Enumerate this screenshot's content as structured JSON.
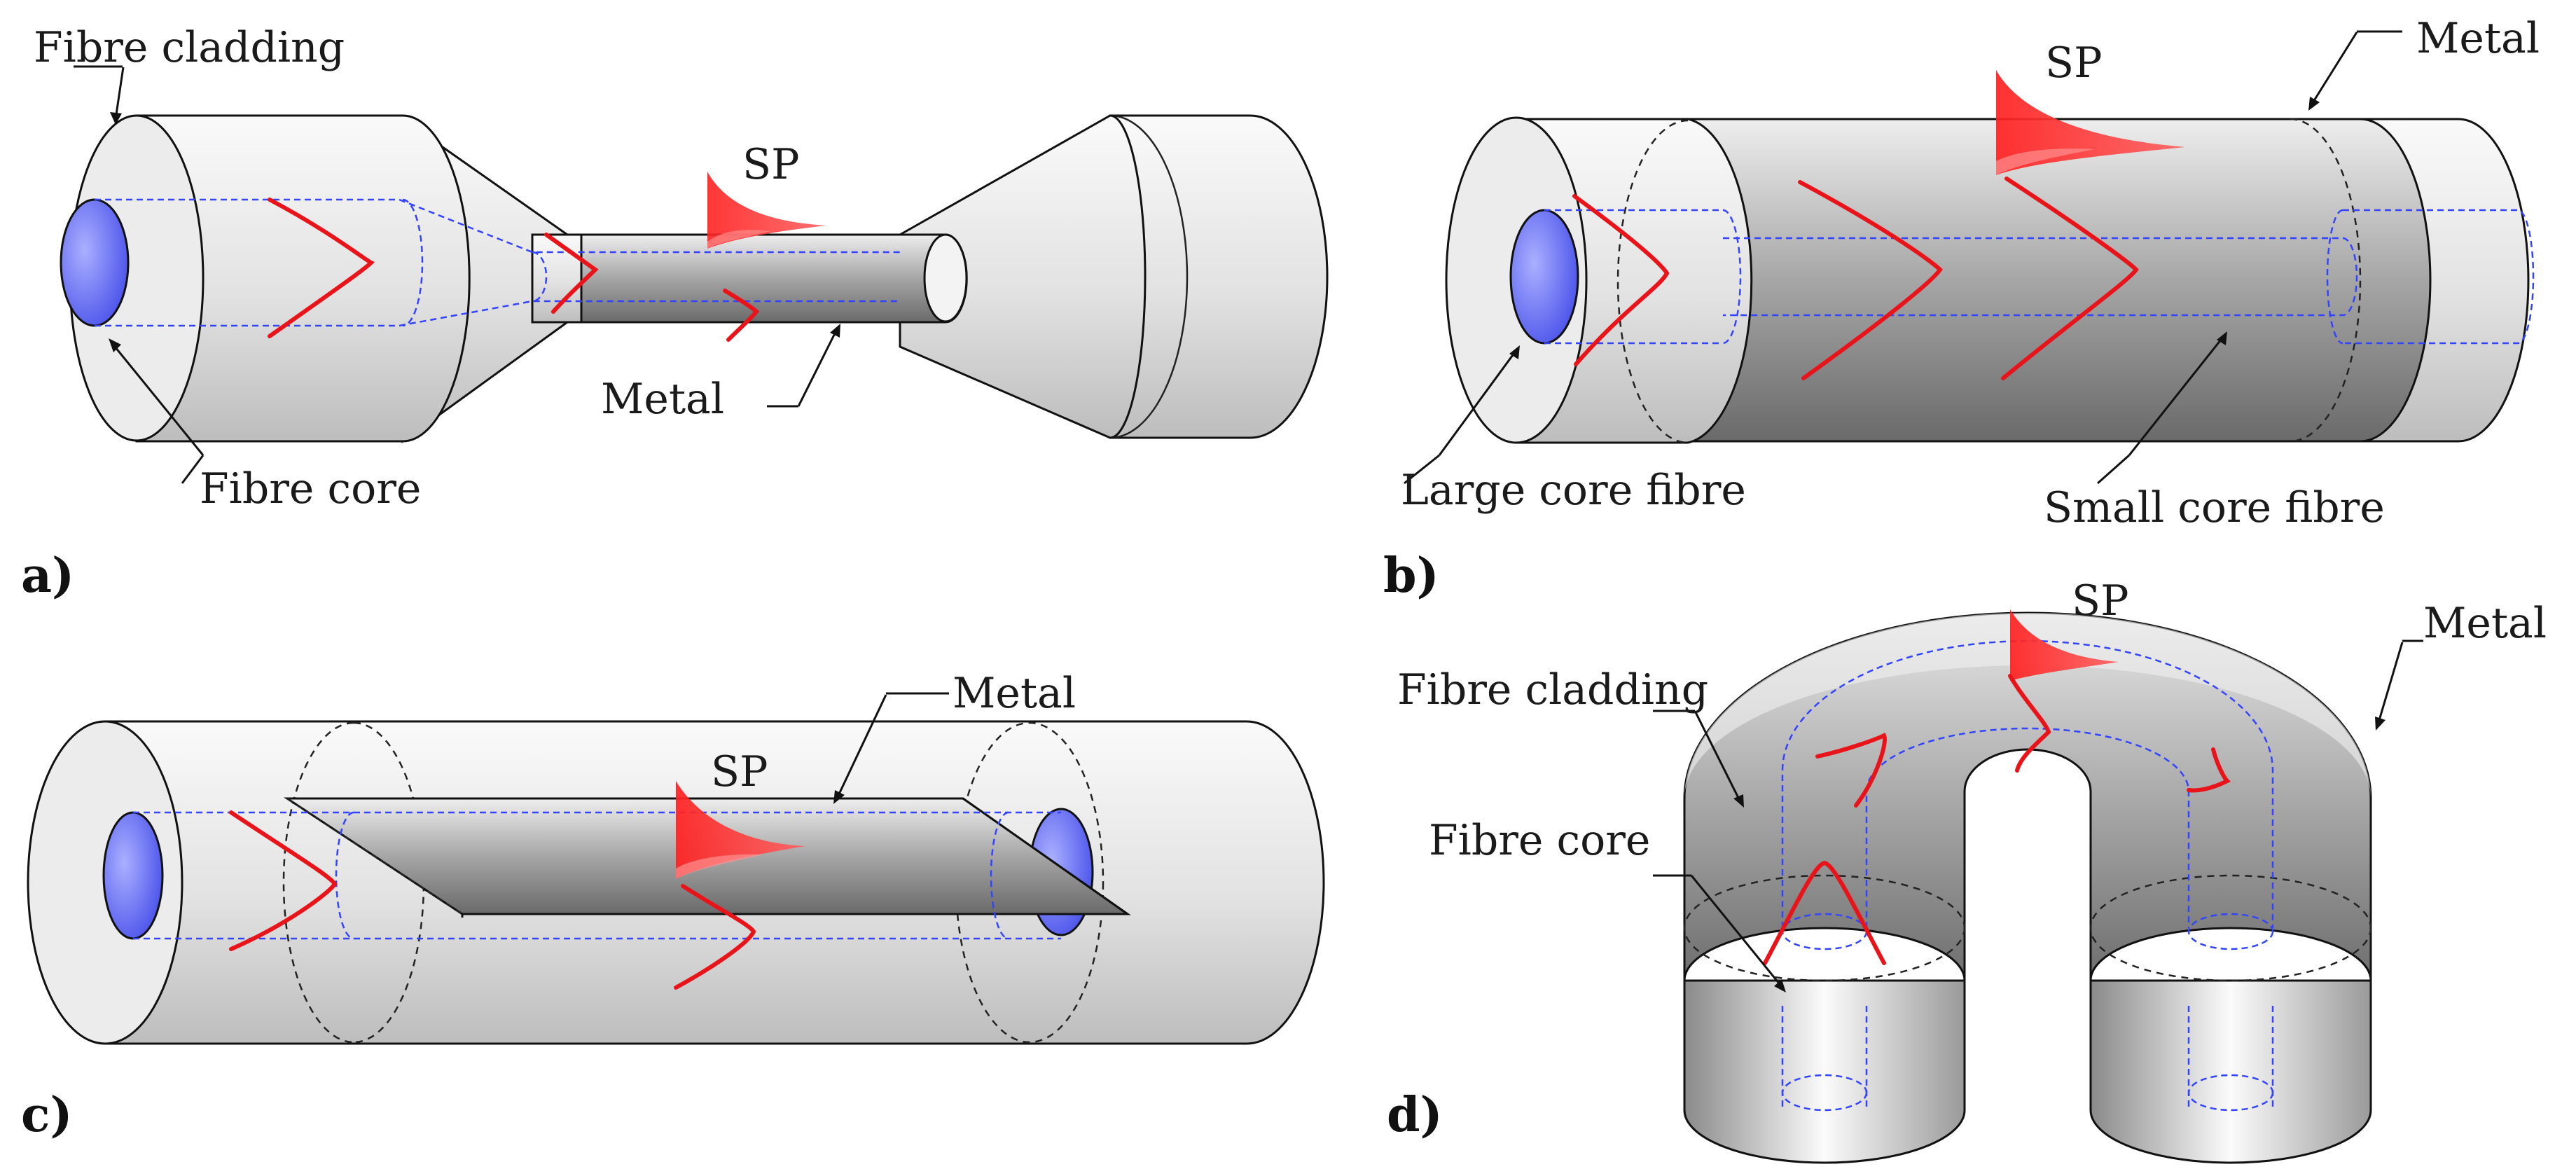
{
  "colors": {
    "cladding_light": "#f4f4f4",
    "cladding_mid": "#d4d4d4",
    "metal_dark": "#6e6e6e",
    "core_blue": "#5b62ef",
    "guide_blue": "#3344ff",
    "field_red": "#e8141a"
  },
  "panels": {
    "a": {
      "letter": "a)",
      "fibre_cladding": "Fibre cladding",
      "fibre_core": "Fibre core",
      "metal": "Metal",
      "sp": "SP"
    },
    "b": {
      "letter": "b)",
      "metal": "Metal",
      "sp": "SP",
      "large_core_fibre": "Large core fibre",
      "small_core_fibre": "Small core fibre"
    },
    "c": {
      "letter": "c)",
      "metal": "Metal",
      "sp": "SP"
    },
    "d": {
      "letter": "d)",
      "fibre_cladding": "Fibre cladding",
      "fibre_core": "Fibre core",
      "metal": "Metal",
      "sp": "SP"
    }
  }
}
